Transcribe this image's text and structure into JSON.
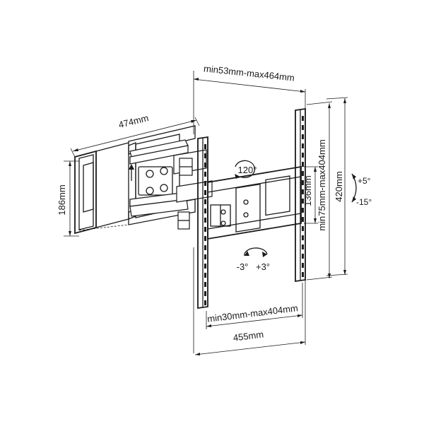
{
  "dimensions": {
    "top_width": "min53mm-max464mm",
    "arm_depth": "474mm",
    "wall_plate_height": "186mm",
    "bracket_height": "136mm",
    "vesa_vertical": "min75mm-max404mm",
    "total_height": "420mm",
    "vesa_horizontal": "min30mm-max404mm",
    "total_width": "455mm"
  },
  "angles": {
    "swivel": "120°",
    "tilt_up": "+5°",
    "tilt_down": "-15°",
    "rotate_left": "-3°",
    "rotate_right": "+3°"
  }
}
